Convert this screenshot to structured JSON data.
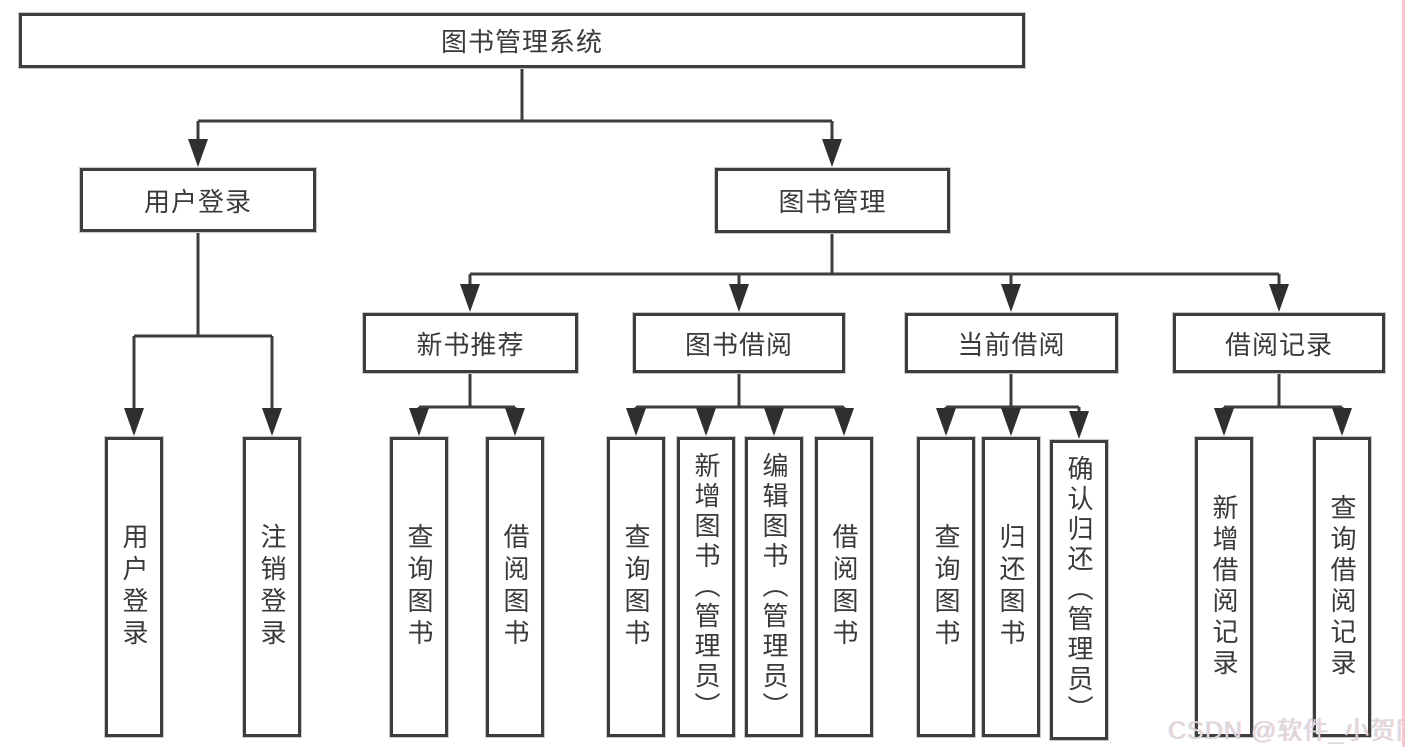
{
  "diagram": {
    "title": {
      "label": "图书管理系统"
    },
    "level2": [
      {
        "label": "用户登录"
      },
      {
        "label": "图书管理"
      }
    ],
    "level3": [
      {
        "label": "新书推荐"
      },
      {
        "label": "图书借阅"
      },
      {
        "label": "当前借阅"
      },
      {
        "label": "借阅记录"
      }
    ],
    "leaves_login": [
      {
        "label": "用户登录"
      },
      {
        "label": "注销登录"
      }
    ],
    "leaves_newbook": [
      {
        "label": "查询图书"
      },
      {
        "label": "借阅图书"
      }
    ],
    "leaves_borrow": [
      {
        "label": "查询图书"
      },
      {
        "label": "新增图书（管理员）"
      },
      {
        "label": "编辑图书（管理员）"
      },
      {
        "label": "借阅图书"
      }
    ],
    "leaves_current": [
      {
        "label": "查询图书"
      },
      {
        "label": "归还图书"
      },
      {
        "label": "确认归还（管理员）"
      }
    ],
    "leaves_records": [
      {
        "label": "新增借阅记录"
      },
      {
        "label": "查询借阅记录"
      }
    ],
    "watermark": {
      "text": "CSDN @软件_小贺同学"
    },
    "colors": {
      "line": "#3d3d3d",
      "text": "#3a3a3a",
      "box_background": "#ffffff",
      "box_halo": "#c9c9c9",
      "watermark": "#dcd7d8",
      "edge_strip": "#f8bcc8"
    }
  }
}
